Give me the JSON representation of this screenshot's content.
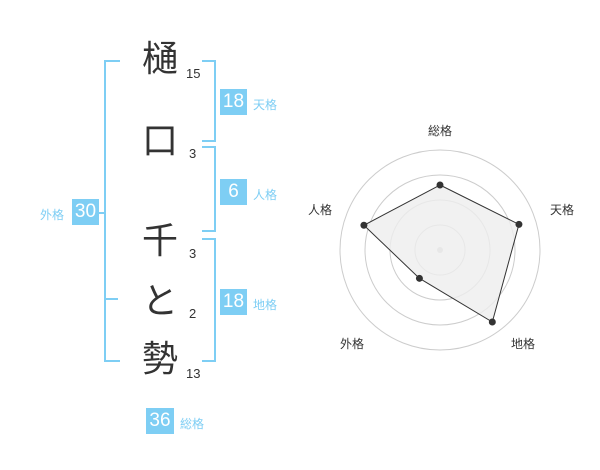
{
  "name": {
    "characters": [
      {
        "char": "樋",
        "strokes": "15"
      },
      {
        "char": "口",
        "strokes": "3"
      },
      {
        "char": "千",
        "strokes": "3"
      },
      {
        "char": "と",
        "strokes": "2"
      },
      {
        "char": "勢",
        "strokes": "13"
      }
    ]
  },
  "fortunes": {
    "tenkaku": {
      "value": "18",
      "label": "天格"
    },
    "jinkaku": {
      "value": "6",
      "label": "人格"
    },
    "chikaku": {
      "value": "18",
      "label": "地格"
    },
    "gaikaku": {
      "value": "30",
      "label": "外格"
    },
    "soukaku": {
      "value": "36",
      "label": "総格"
    }
  },
  "radar": {
    "axes": [
      "総格",
      "天格",
      "地格",
      "外格",
      "人格"
    ],
    "levels": 4,
    "values": [
      0.65,
      0.83,
      0.89,
      0.35,
      0.8
    ],
    "colors": {
      "fill": "#eeeeee",
      "line": "#333333",
      "ring": "#cccccc"
    }
  },
  "colors": {
    "accent": "#7ecef4",
    "text": "#333333"
  }
}
